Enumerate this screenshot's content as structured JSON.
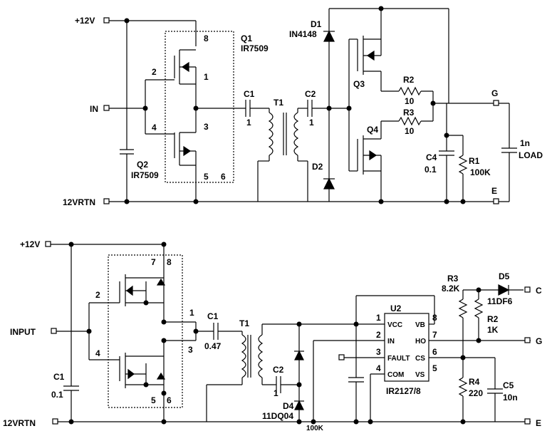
{
  "top": {
    "v12": "+12V",
    "in": "IN",
    "rtn": "12VRTN",
    "q1": "Q1",
    "q1_part": "IR7509",
    "q2": "Q2",
    "q2_part": "IR7509",
    "c1": "C1",
    "c1_val": "1",
    "t1": "T1",
    "c2": "C2",
    "c2_val": "1",
    "d1": "D1",
    "d1_part": "IN4148",
    "d2": "D2",
    "q3": "Q3",
    "q4": "Q4",
    "r2": "R2",
    "r2_val": "10",
    "r3": "R3",
    "r3_val": "10",
    "c4": "C4",
    "c4_val": "0.1",
    "r1": "R1",
    "r1_val": "100K",
    "g": "G",
    "e": "E",
    "load_val": "1n",
    "load": "LOAD",
    "p1": "1",
    "p2": "2",
    "p3": "3",
    "p4": "4",
    "p5": "5",
    "p6": "6",
    "p8": "8"
  },
  "bottom": {
    "v12": "+12V",
    "input": "INPUT",
    "rtn": "12VRTN",
    "c1": "C1",
    "c1_val": "0.47",
    "c1b": "C1",
    "c1b_val": "0.1",
    "t1": "T1",
    "c2": "C2",
    "c2_val": "1",
    "d4": "D4",
    "d4_part": "11DQ04",
    "r_val": "100K",
    "u2": "U2",
    "u2_part": "IR2127/8",
    "vcc": "VCC",
    "in": "IN",
    "fault": "FAULT",
    "com": "COM",
    "vb": "VB",
    "ho": "HO",
    "cs": "CS",
    "vs": "VS",
    "r3": "R3",
    "r3_val": "8.2K",
    "d5": "D5",
    "d5_part": "11DF6",
    "r2": "R2",
    "r2_val": "1K",
    "r4": "R4",
    "r4_val": "220",
    "c5": "C5",
    "c5_val": "10n",
    "c": "C",
    "g": "G",
    "e": "E",
    "p1": "1",
    "p2": "2",
    "p3": "3",
    "p4": "4",
    "p5": "5",
    "p6": "6",
    "p7": "7",
    "p8": "8"
  }
}
